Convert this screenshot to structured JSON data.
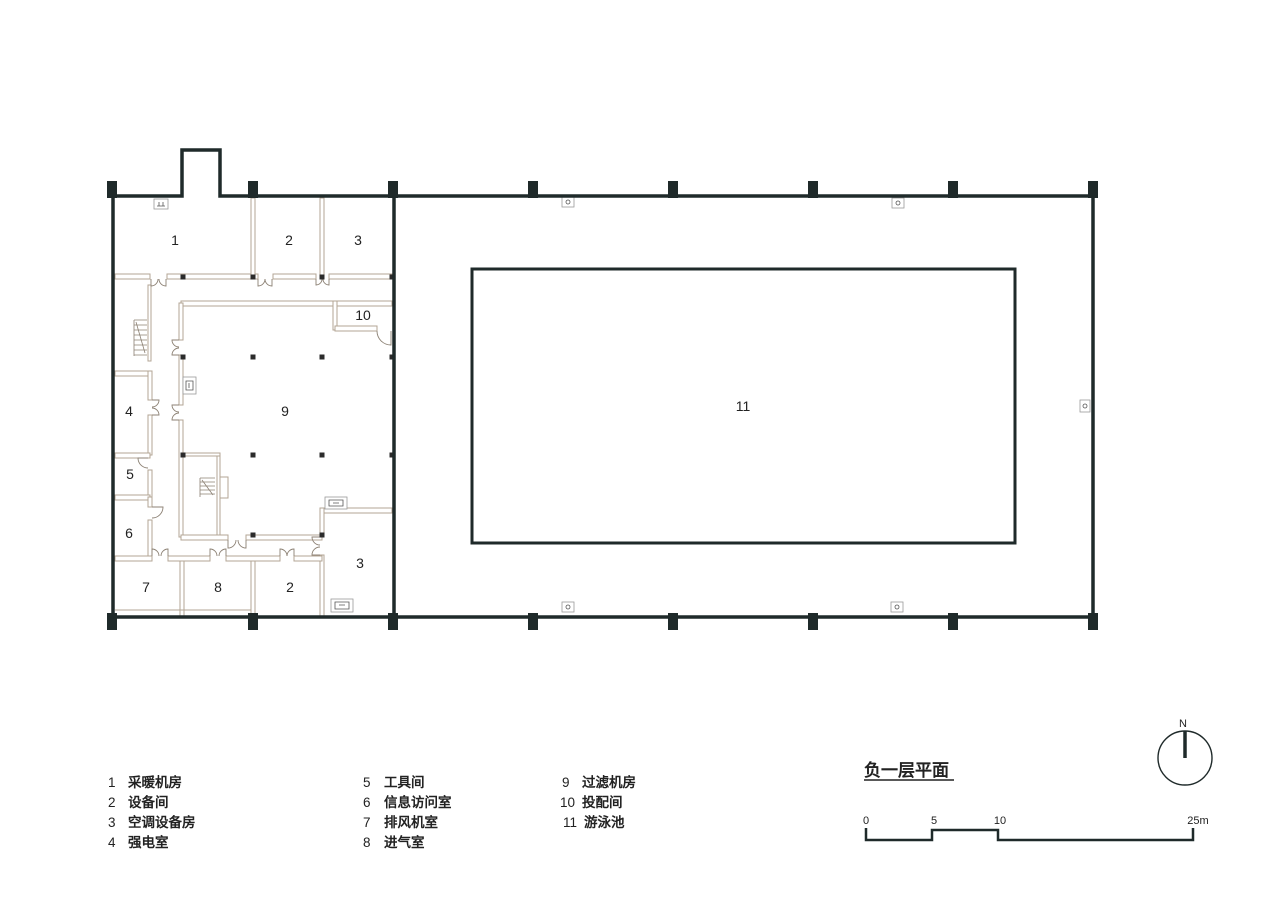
{
  "plan": {
    "room_labels": [
      "1",
      "2",
      "3",
      "10",
      "9",
      "4",
      "5",
      "6",
      "7",
      "8",
      "2",
      "3",
      "11"
    ]
  },
  "legend": [
    {
      "number": "1",
      "name": "采暖机房"
    },
    {
      "number": "2",
      "name": "设备间"
    },
    {
      "number": "3",
      "name": "空调设备房"
    },
    {
      "number": "4",
      "name": "强电室"
    },
    {
      "number": "5",
      "name": "工具间"
    },
    {
      "number": "6",
      "name": "信息访问室"
    },
    {
      "number": "7",
      "name": "排风机室"
    },
    {
      "number": "8",
      "name": "进气室"
    },
    {
      "number": "9",
      "name": "过滤机房"
    },
    {
      "number": "10",
      "name": "投配间"
    },
    {
      "number": "11",
      "name": "游泳池"
    }
  ],
  "title": "负一层平面",
  "scale_bar": {
    "labels": [
      "0",
      "5",
      "10",
      "25m"
    ]
  },
  "north_arrow": {
    "label": "N"
  },
  "colors": {
    "structure": "#1f2a2a",
    "partition": "#b3a594",
    "ink": "#222222"
  }
}
